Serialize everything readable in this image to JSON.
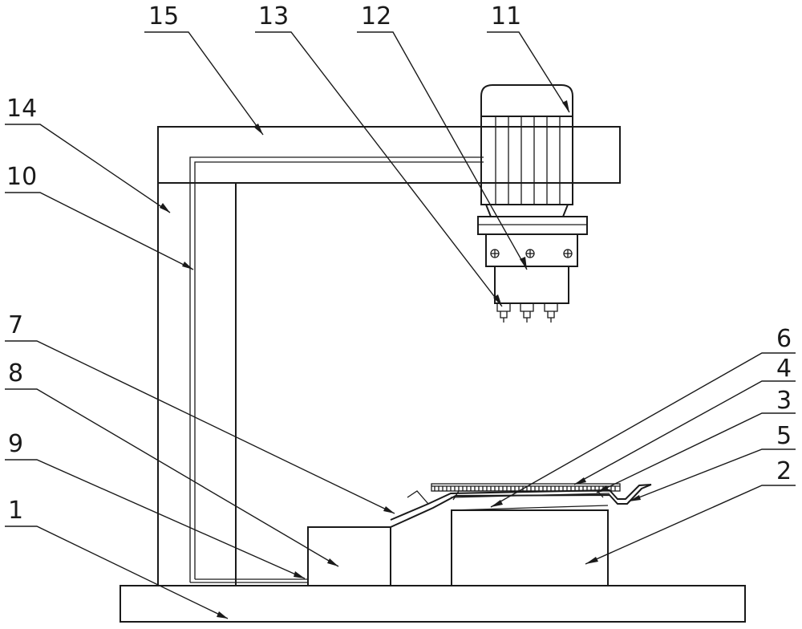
{
  "figure": {
    "callouts": [
      {
        "id": "1",
        "label": "1"
      },
      {
        "id": "2",
        "label": "2"
      },
      {
        "id": "3",
        "label": "3"
      },
      {
        "id": "4",
        "label": "4"
      },
      {
        "id": "5",
        "label": "5"
      },
      {
        "id": "6",
        "label": "6"
      },
      {
        "id": "7",
        "label": "7"
      },
      {
        "id": "8",
        "label": "8"
      },
      {
        "id": "9",
        "label": "9"
      },
      {
        "id": "10",
        "label": "10"
      },
      {
        "id": "11",
        "label": "11"
      },
      {
        "id": "12",
        "label": "12"
      },
      {
        "id": "13",
        "label": "13"
      },
      {
        "id": "14",
        "label": "14"
      },
      {
        "id": "15",
        "label": "15"
      }
    ]
  }
}
